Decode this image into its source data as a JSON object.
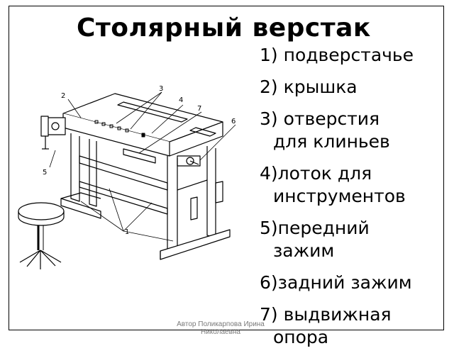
{
  "title": "Столярный верстак",
  "parts": [
    {
      "line1": "1) подверстачье",
      "line2": ""
    },
    {
      "line1": "2) крышка",
      "line2": ""
    },
    {
      "line1": "3) отверстия",
      "line2": "для клиньев"
    },
    {
      "line1": "4)лоток для",
      "line2": "инструментов"
    },
    {
      "line1": "5)передний",
      "line2": "зажим"
    },
    {
      "line1": "6)задний зажим",
      "line2": ""
    },
    {
      "line1": "7) выдвижная",
      "line2": "опора"
    }
  ],
  "callouts": [
    "1",
    "2",
    "3",
    "4",
    "5",
    "6",
    "7"
  ],
  "credit": "Автор Поликарпова Ирина Николаевна"
}
